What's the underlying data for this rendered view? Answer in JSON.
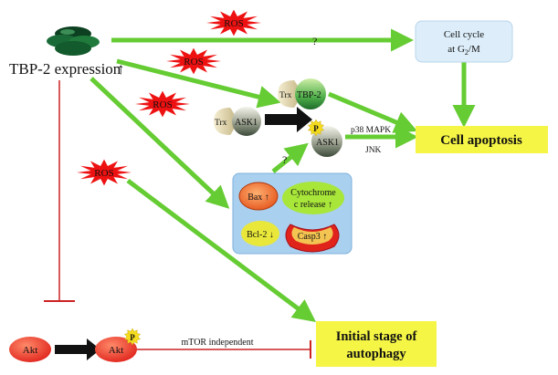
{
  "main_label": {
    "text": "TBP-2 expression",
    "arrow": "↑"
  },
  "question_mark": "?",
  "ros": [
    "ROS",
    "ROS",
    "ROS",
    "ROS"
  ],
  "cell_cycle": {
    "line1": "Cell cycle",
    "line2_prefix": "at G",
    "line2_sub": "2",
    "line2_suffix": "/M"
  },
  "cell_apoptosis": "Cell apoptosis",
  "trx_tbp": {
    "trx": "Trx",
    "tbp": "TBP-2"
  },
  "trx_ask": {
    "trx": "Trx",
    "ask": "ASK1"
  },
  "p_ask": {
    "p": "P",
    "ask": "ASK1"
  },
  "p38": "p38 MAPK",
  "jnk": "JNK",
  "box": {
    "bax": "Bax ↑",
    "cyto_line1": "Cytochrome",
    "cyto_line2": "c release ↑",
    "bcl2": "Bcl-2 ↓",
    "casp3": "Casp3 ↑"
  },
  "akt": "Akt",
  "p_akt": {
    "p": "P",
    "akt": "Akt"
  },
  "mtor": "mTOR independent",
  "autophagy": {
    "line1": "Initial stage of",
    "line2": "autophagy"
  },
  "colors": {
    "arrow_green": "#66cc33",
    "ros_red": "#ee1111",
    "inhibit_red": "#cc2222",
    "yellow_box": "#f5f545",
    "cell_cycle_box": "#ddeefa",
    "mito_box": "#a9d0ef"
  }
}
